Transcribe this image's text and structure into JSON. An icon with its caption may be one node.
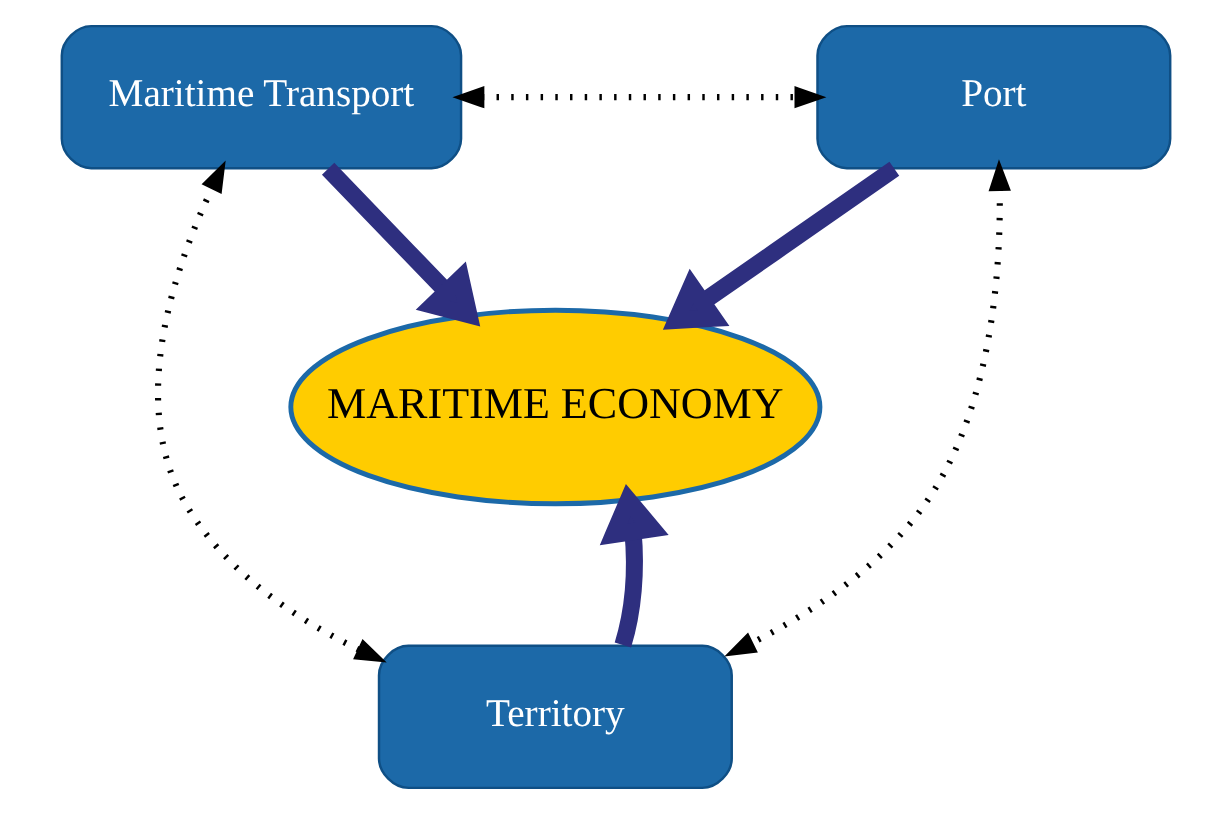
{
  "diagram": {
    "nodes": [
      {
        "text": [
          "Maritime Transport"
        ]
      },
      {
        "text": [
          "Port"
        ]
      },
      {
        "text": [
          "MARITIME ECONOMY"
        ]
      },
      {
        "text": [
          "Territory"
        ]
      }
    ],
    "edges": [
      {
        "from": 0,
        "to": 1,
        "arrow": "both",
        "style": "dashed"
      },
      {
        "from": 0,
        "to": 3,
        "arrow": "both",
        "style": "dashed"
      },
      {
        "from": 1,
        "to": 3,
        "arrow": "both",
        "style": "dashed"
      },
      {
        "from": 0,
        "to": 2,
        "arrow": "to",
        "style": "thick",
        "color": "#2e2f7f"
      },
      {
        "from": 1,
        "to": 2,
        "arrow": "to",
        "style": "thick",
        "color": "#2e2f7f"
      },
      {
        "from": 3,
        "to": 2,
        "arrow": "to",
        "style": "thick",
        "color": "#2e2f7f"
      }
    ]
  }
}
